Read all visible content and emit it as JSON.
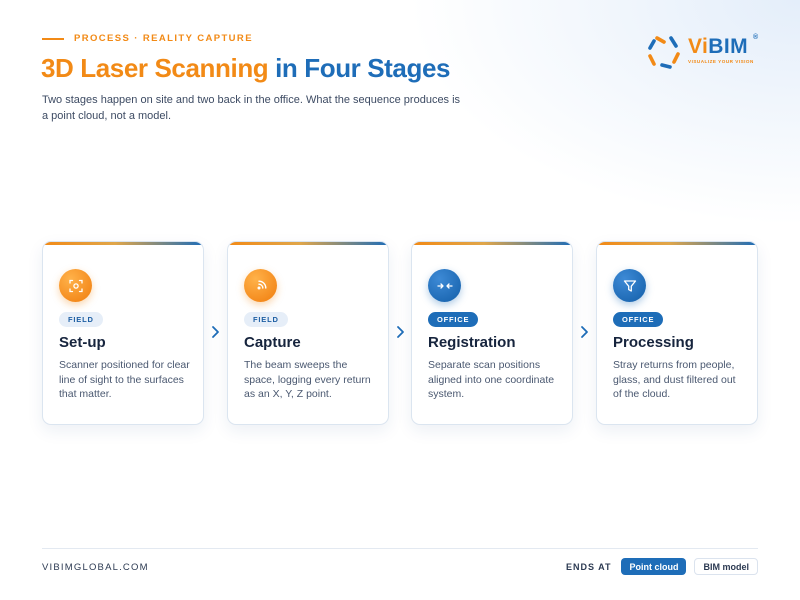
{
  "header": {
    "eyebrow": "PROCESS · REALITY CAPTURE",
    "title_accent": "3D Laser Scanning",
    "title_rest": " in Four Stages",
    "subtitle": "Two stages happen on site and two back in the office. What the sequence produces is a point cloud, not a model."
  },
  "logo": {
    "word_v": "Vi",
    "word_bim": "BIM",
    "reg": "®",
    "tagline": "VISUALIZE YOUR VISION"
  },
  "colors": {
    "orange": "#f28a16",
    "blue": "#1e6db8"
  },
  "stages": [
    {
      "badge": "FIELD",
      "title": "Set-up",
      "desc": "Scanner positioned for clear line of sight to the surfaces that matter.",
      "icon": "focus-frame-icon"
    },
    {
      "badge": "FIELD",
      "title": "Capture",
      "desc": "The beam sweeps the space, logging every return as an X, Y, Z point.",
      "icon": "signal-beam-icon"
    },
    {
      "badge": "OFFICE",
      "title": "Registration",
      "desc": "Separate scan positions aligned into one coordinate system.",
      "icon": "merge-arrows-icon"
    },
    {
      "badge": "OFFICE",
      "title": "Processing",
      "desc": "Stray returns from people, glass, and dust filtered out of the cloud.",
      "icon": "filter-funnel-icon"
    }
  ],
  "footer": {
    "site": "VIBIMGLOBAL.COM",
    "ends_label": "ENDS AT",
    "ends_primary": "Point cloud",
    "ends_secondary": "BIM model"
  }
}
